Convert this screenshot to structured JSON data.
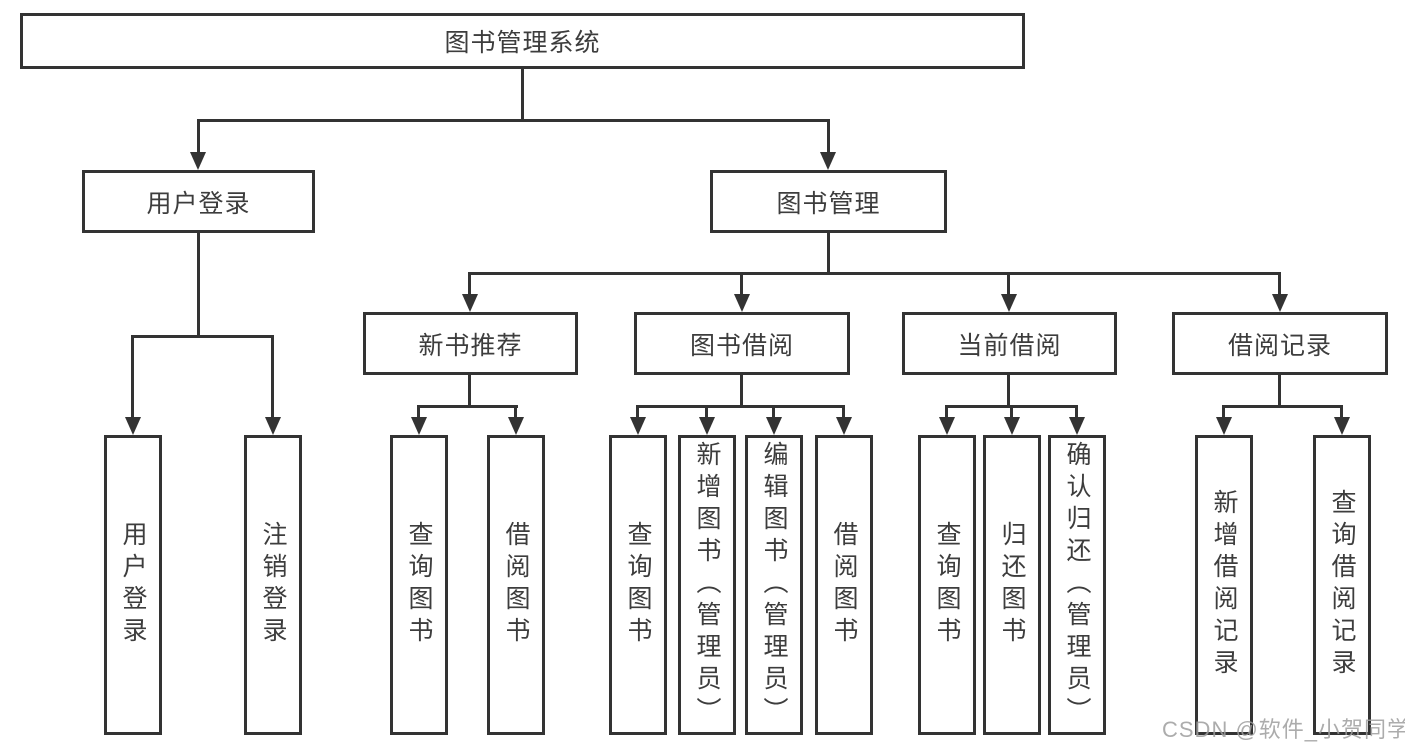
{
  "diagram": {
    "tree": {
      "root": "图书管理系统",
      "branches": [
        {
          "label": "用户登录",
          "leaves": [
            "用户登录",
            "注销登录"
          ]
        },
        {
          "label": "图书管理",
          "groups": [
            {
              "label": "新书推荐",
              "leaves": [
                "查询图书",
                "借阅图书"
              ]
            },
            {
              "label": "图书借阅",
              "leaves": [
                "查询图书",
                "新增图书（管理员）",
                "编辑图书（管理员）",
                "借阅图书"
              ]
            },
            {
              "label": "当前借阅",
              "leaves": [
                "查询图书",
                "归还图书",
                "确认归还（管理员）"
              ]
            },
            {
              "label": "借阅记录",
              "leaves": [
                "新增借阅记录",
                "查询借阅记录"
              ]
            }
          ]
        }
      ]
    },
    "watermark": "CSDN @软件_小贺同学",
    "colors": {
      "line": "#333333",
      "text": "#3d3d3d",
      "background": "#ffffff",
      "watermark": "#9e9e9e"
    }
  }
}
